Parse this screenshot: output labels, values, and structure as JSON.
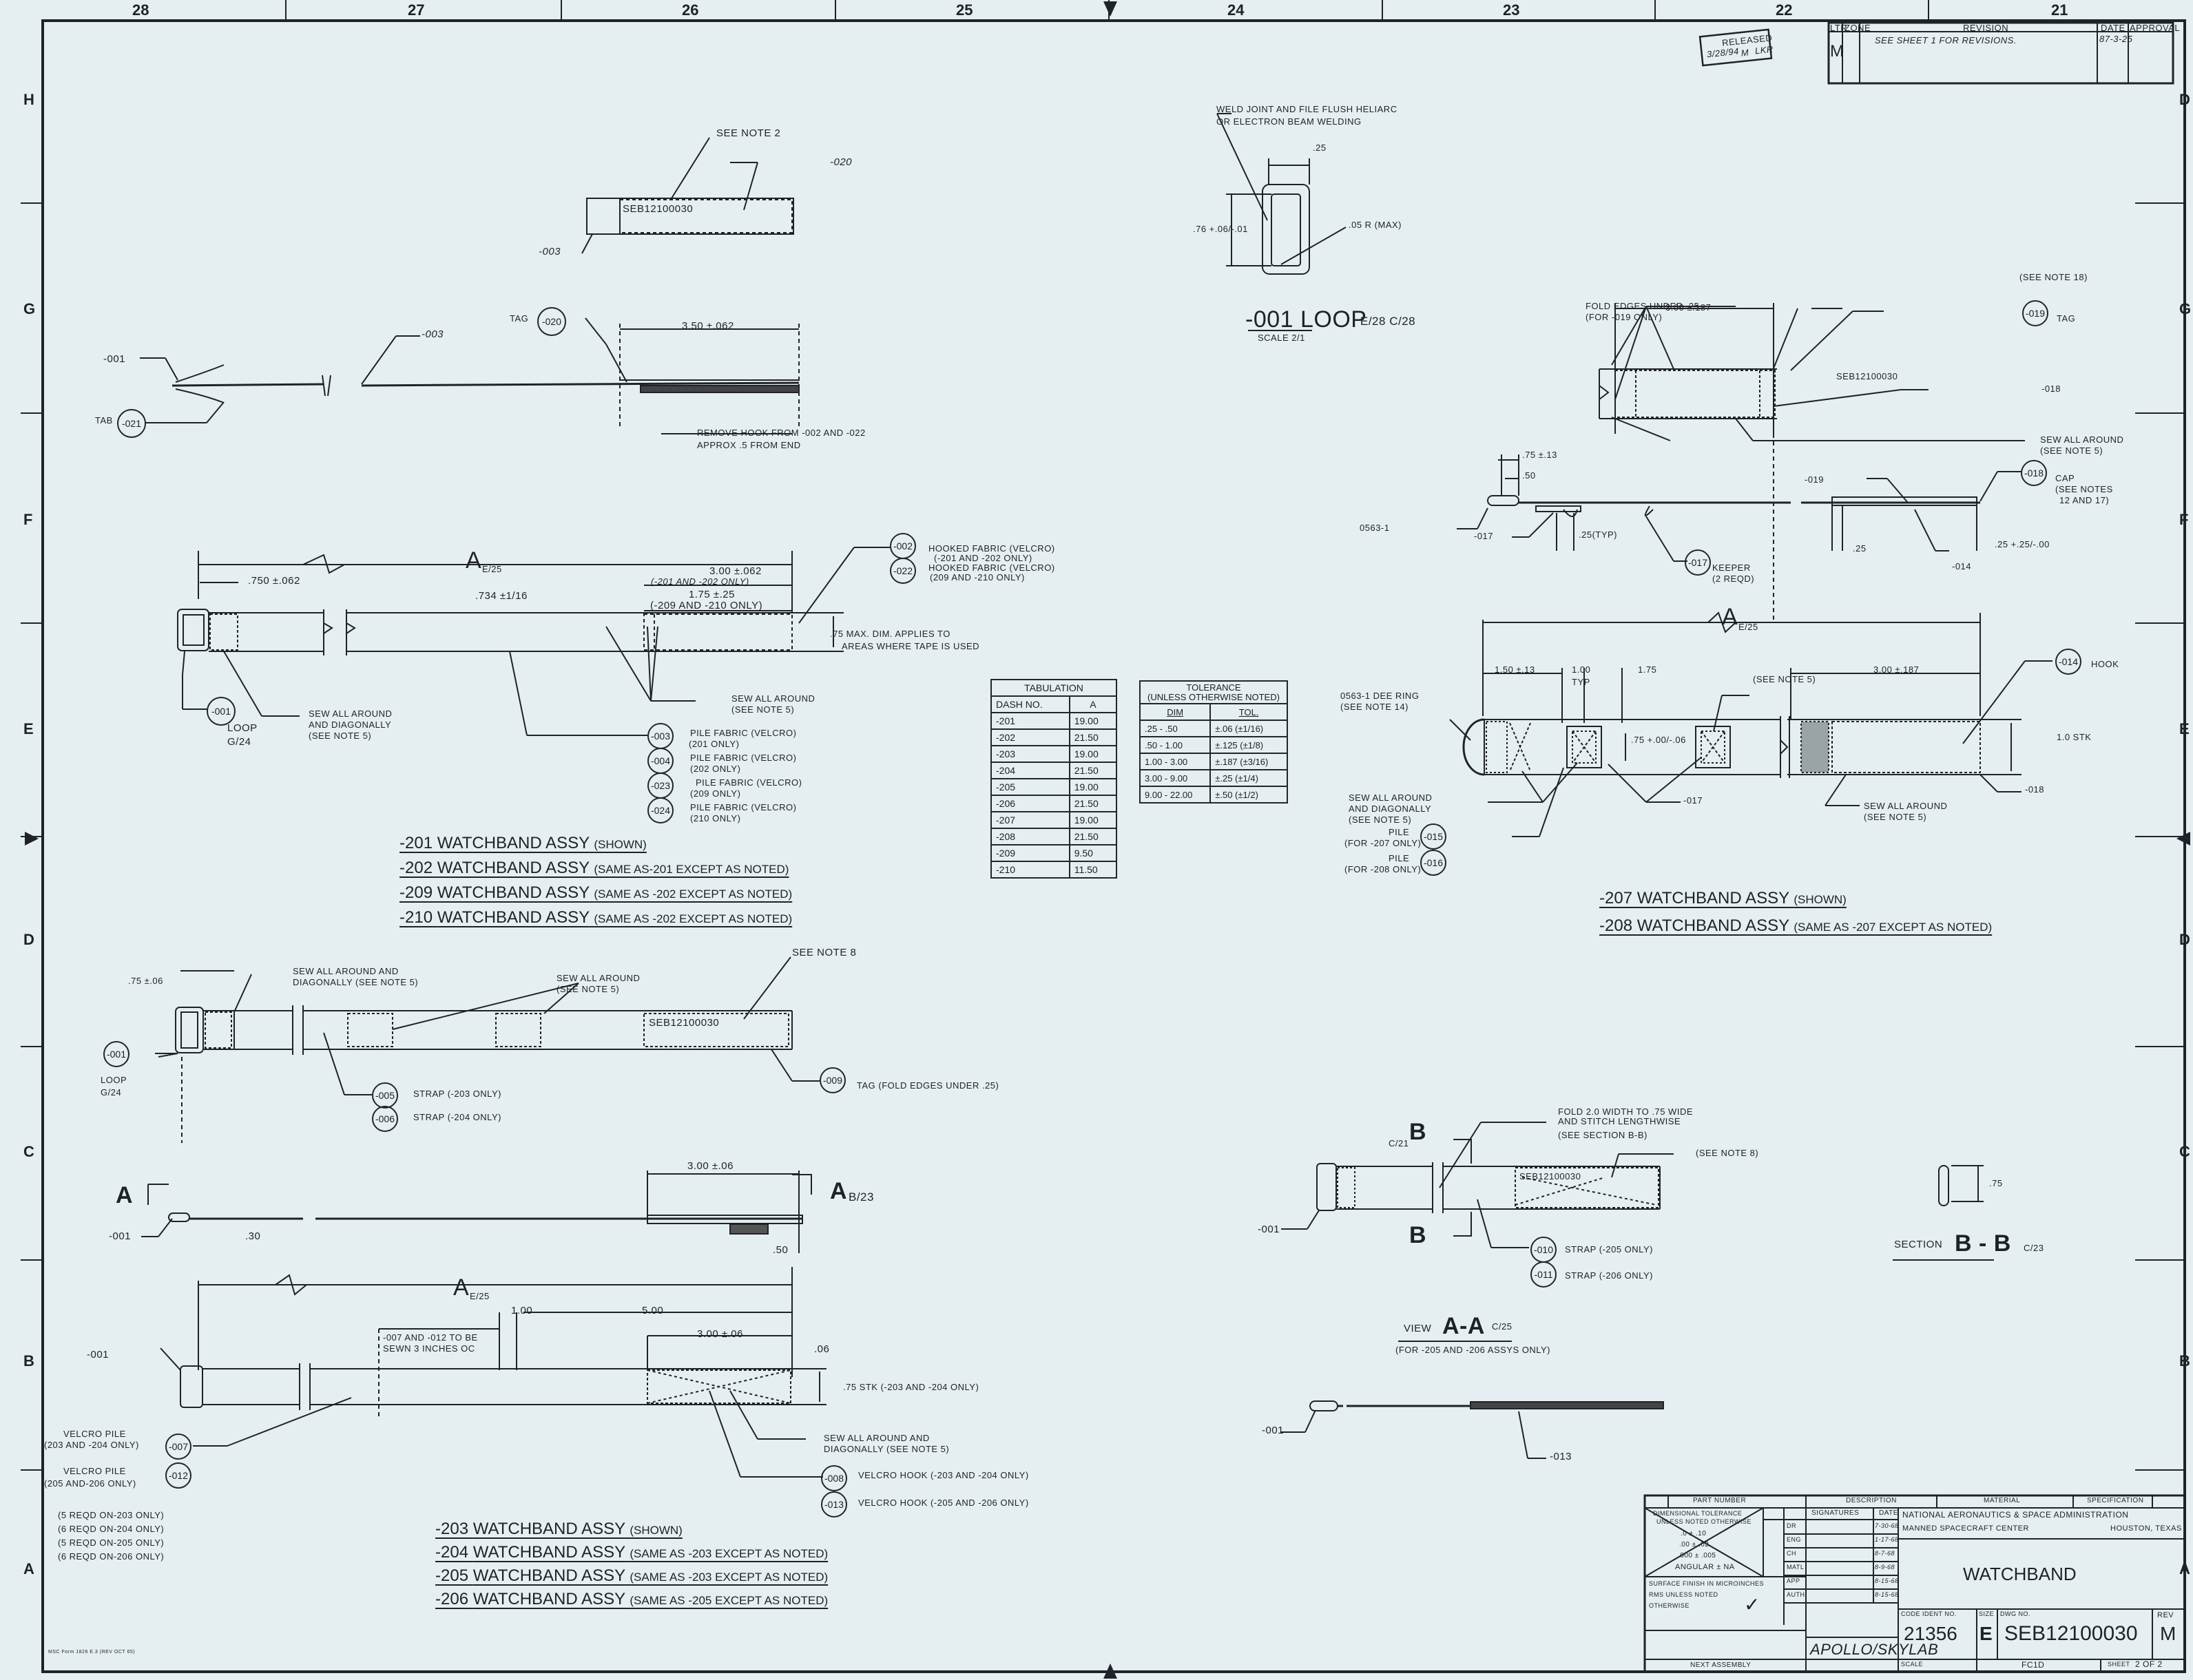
{
  "drawing": {
    "title": "WATCHBAND",
    "organization": "NATIONAL AERONAUTICS & SPACE ADMINISTRATION",
    "center": "MANNED SPACECRAFT CENTER",
    "location": "HOUSTON, TEXAS",
    "code_ident_label": "CODE IDENT NO.",
    "code_ident": "21356",
    "size_label": "SIZE",
    "size": "E",
    "dwg_no_label": "DWG NO.",
    "dwg_no": "SEB12100030",
    "rev_label": "REV",
    "rev": "M",
    "scale_label": "SCALE",
    "scale_value": "FC1D",
    "sheet_label": "SHEET",
    "sheet": "2 OF 2",
    "program": "APOLLO/SKYLAB",
    "next_assembly": "NEXT ASSEMBLY",
    "form_no": "MSC Form 1826 E.3 (REV OCT 65)"
  },
  "zones": {
    "top": [
      "28",
      "27",
      "26",
      "25",
      "24",
      "23",
      "22",
      "21"
    ],
    "left": [
      "H",
      "G",
      "F",
      "E",
      "D",
      "C",
      "B",
      "A"
    ],
    "right": [
      "D",
      "G",
      "F",
      "E",
      "D",
      "C",
      "B",
      "A"
    ]
  },
  "parts_list_header": {
    "part_number": "PART NUMBER",
    "description": "DESCRIPTION",
    "material": "MATERIAL",
    "specification": "SPECIFICATION"
  },
  "tolerance_block": {
    "title_1": "DIMENSIONAL TOLERANCE",
    "title_2": "UNLESS NOTED OTHERWISE",
    "rows": [
      ".0  ± .10",
      ".00  ± .02",
      ".000  ± .005",
      "ANGULAR ± NA"
    ],
    "finish_1": "SURFACE FINISH IN MICROINCHES",
    "finish_2": "RMS UNLESS NOTED",
    "finish_3": "OTHERWISE",
    "check": "✓"
  },
  "signatures": {
    "header": "SIGNATURES",
    "date_header": "DATE",
    "rows": [
      {
        "role": "DR",
        "date": "7-30-68"
      },
      {
        "role": "ENG",
        "date": "1-17-68"
      },
      {
        "role": "CH",
        "date": "8-7-68"
      },
      {
        "role": "MATL",
        "date": "8-9-68"
      },
      {
        "role": "APP",
        "date": "8-15-68"
      },
      {
        "role": "AUTH",
        "date": "8-15-68"
      }
    ]
  },
  "revision_block": {
    "headers": {
      "ltr": "LTR",
      "zone": "ZONE",
      "revision": "REVISION",
      "date": "DATE",
      "approval": "APPROVAL"
    },
    "row": {
      "ltr": "M",
      "zone": "",
      "revision": "SEE SHEET 1 FOR REVISIONS.",
      "date": "87-3-25",
      "approval": ""
    },
    "stamp": {
      "title": "RELEASED",
      "date": "3/28/94",
      "rev": "M",
      "by": "LKR"
    }
  },
  "tabulation": {
    "title": "TABULATION",
    "headers": [
      "DASH NO.",
      "A"
    ],
    "rows": [
      [
        "-201",
        "19.00"
      ],
      [
        "-202",
        "21.50"
      ],
      [
        "-203",
        "19.00"
      ],
      [
        "-204",
        "21.50"
      ],
      [
        "-205",
        "19.00"
      ],
      [
        "-206",
        "21.50"
      ],
      [
        "-207",
        "19.00"
      ],
      [
        "-208",
        "21.50"
      ],
      [
        "-209",
        "9.50"
      ],
      [
        "-210",
        "11.50"
      ]
    ]
  },
  "tolerance_table": {
    "title_1": "TOLERANCE",
    "title_2": "(UNLESS OTHERWISE NOTED)",
    "headers": [
      "DIM",
      "TOL."
    ],
    "rows": [
      [
        ".25 - .50",
        "±.06 (±1/16)"
      ],
      [
        ".50 - 1.00",
        "±.125 (±1/8)"
      ],
      [
        "1.00 - 3.00",
        "±.187 (±3/16)"
      ],
      [
        "3.00 - 9.00",
        "±.25 (±1/4)"
      ],
      [
        "9.00 - 22.00",
        "±.50 (±1/2)"
      ]
    ]
  },
  "view_tag_020": {
    "see_note": "SEE NOTE 2",
    "part_020": "-020",
    "part_003": "-003",
    "marking": "SEB12100030"
  },
  "view_side_201": {
    "part_001": "-001",
    "part_003": "-003",
    "tag_label": "TAG",
    "tag_bubble": "-020",
    "tab_label": "TAB",
    "tab_bubble": "-021",
    "dim": "3.50 ±.062",
    "remove_note_1": "REMOVE HOOK FROM -002 AND -022",
    "remove_note_2": "APPROX .5 FROM END"
  },
  "loop_detail": {
    "weld_note_1": "WELD JOINT AND FILE FLUSH HELIARC",
    "weld_note_2": "OR ELECTRON BEAM WELDING",
    "dim_width": ".25",
    "dim_height": ".76 +.06/-.01",
    "radius": ".05 R (MAX)",
    "title": "-001 LOOP",
    "refs": "E/28  C/28",
    "scale": "SCALE 2/1"
  },
  "view_201": {
    "dim_A": "A",
    "dim_A_ref": "E/25",
    "dim_750": ".750 ±.062",
    "dim_734": ".734 ±1/16",
    "dim_300": "3.00 ±.062",
    "dim_300_note": "(-201 AND -202 ONLY)",
    "dim_175": "1.75 ±.25",
    "dim_175_note": "(-209 AND -210 ONLY)",
    "max_dim_1": ".75  MAX. DIM. APPLIES TO",
    "max_dim_2": "AREAS WHERE TAPE IS USED",
    "sew_note_1": "SEW ALL AROUND",
    "sew_note_2": "AND DIAGONALLY",
    "sew_note_3": "(SEE NOTE 5)",
    "sew2_1": "SEW ALL AROUND",
    "sew2_2": "(SEE NOTE 5)",
    "loop_bubble": "-001",
    "loop_label": "LOOP",
    "loop_ref": "G/24",
    "callouts": [
      {
        "bubble": "-002",
        "line1": "HOOKED FABRIC (VELCRO)",
        "line2": "(-201 AND -202 ONLY)"
      },
      {
        "bubble": "-022",
        "line1": "HOOKED FABRIC (VELCRO)",
        "line2": "(209 AND -210 ONLY)"
      },
      {
        "bubble": "-003",
        "line1": "PILE FABRIC (VELCRO)",
        "line2": "(201 ONLY)"
      },
      {
        "bubble": "-004",
        "line1": "PILE FABRIC (VELCRO)",
        "line2": "(202 ONLY)"
      },
      {
        "bubble": "-023",
        "line1": "PILE FABRIC (VELCRO)",
        "line2": "(209 ONLY)"
      },
      {
        "bubble": "-024",
        "line1": "PILE FABRIC (VELCRO)",
        "line2": "(210 ONLY)"
      }
    ],
    "assy_list": [
      {
        "num": "-201",
        "name": "WATCHBAND ASSY",
        "note": "(SHOWN)"
      },
      {
        "num": "-202",
        "name": "WATCHBAND ASSY",
        "note": "(SAME AS-201 EXCEPT AS NOTED)"
      },
      {
        "num": "-209",
        "name": "WATCHBAND ASSY",
        "note": "(SAME AS -202 EXCEPT AS NOTED)"
      },
      {
        "num": "-210",
        "name": "WATCHBAND ASSY",
        "note": "(SAME AS -202 EXCEPT AS NOTED)"
      }
    ]
  },
  "view_203_top": {
    "dim_75": ".75 ±.06",
    "sew1_1": "SEW ALL AROUND AND",
    "sew1_2": "DIAGONALLY (SEE NOTE 5)",
    "sew2_1": "SEW ALL AROUND",
    "sew2_2": "(SEE NOTE 5)",
    "see_note_8": "SEE NOTE 8",
    "marking": "SEB12100030",
    "loop_bubble": "-001",
    "loop_label": "LOOP",
    "loop_ref": "G/24",
    "strap_005": {
      "bubble": "-005",
      "text": "STRAP (-203 ONLY)"
    },
    "strap_006": {
      "bubble": "-006",
      "text": "STRAP (-204 ONLY)"
    },
    "tag_009": {
      "bubble": "-009",
      "text": "TAG (FOLD EDGES UNDER .25)"
    }
  },
  "view_203_side": {
    "section_A": "A",
    "section_ref": "B/23",
    "dim_300": "3.00 ±.06",
    "dim_30": ".30",
    "dim_50": ".50",
    "part_001": "-001"
  },
  "view_203_bottom": {
    "dim_A": "A",
    "dim_A_ref": "E/25",
    "dim_100": "1.00",
    "dim_500": "5.00",
    "dim_300": "3.00 ±.06",
    "dim_06": ".06",
    "sewn_note_1": "-007 AND -012 TO BE",
    "sewn_note_2": "SEWN 3 INCHES OC",
    "stk": ".75 STK (-203 AND -204 ONLY)",
    "part_001": "-001",
    "sew_1": "SEW ALL AROUND AND",
    "sew_2": "DIAGONALLY (SEE NOTE 5)",
    "velcro_pile_007": {
      "label": "VELCRO PILE",
      "note": "(203 AND -204 ONLY)",
      "bubble": "-007"
    },
    "velcro_pile_012": {
      "label": "VELCRO PILE",
      "note": "(205 AND-206 ONLY)",
      "bubble": "-012"
    },
    "reqd": [
      "(5 REQD ON-203 ONLY)",
      "(6 REQD ON-204 ONLY)",
      "(5 REQD ON-205 ONLY)",
      "(6 REQD ON-206 ONLY)"
    ],
    "hook_008": {
      "bubble": "-008",
      "text": "VELCRO HOOK (-203 AND -204 ONLY)"
    },
    "hook_013": {
      "bubble": "-013",
      "text": "VELCRO HOOK (-205 AND -206 ONLY)"
    },
    "assy_list": [
      {
        "num": "-203",
        "name": "WATCHBAND ASSY",
        "note": "(SHOWN)"
      },
      {
        "num": "-204",
        "name": "WATCHBAND ASSY",
        "note": "(SAME AS -203 EXCEPT AS NOTED)"
      },
      {
        "num": "-205",
        "name": "WATCHBAND ASSY",
        "note": "(SAME AS -203 EXCEPT AS NOTED)"
      },
      {
        "num": "-206",
        "name": "WATCHBAND ASSY",
        "note": "(SAME AS -205 EXCEPT AS NOTED)"
      }
    ]
  },
  "view_207_tag": {
    "fold_1": "FOLD EDGES UNDER .25",
    "fold_2": "(FOR -019 ONLY)",
    "dim": "3.00 ±.187",
    "see_note_18": "(SEE NOTE 18)",
    "tag_bubble": "-019",
    "tag_label": "TAG",
    "part_018": "-018",
    "marking": "SEB12100030",
    "sew_1": "SEW ALL AROUND",
    "sew_2": "(SEE NOTE 5)"
  },
  "view_207_side": {
    "dim_75": ".75 ±.13",
    "dim_50": ".50",
    "part_0563": "0563-1",
    "part_017": "-017",
    "dim_25typ": ".25(TYP)",
    "keeper": {
      "bubble": "-017",
      "line1": "KEEPER",
      "line2": "(2 REQD)"
    },
    "part_019": "-019",
    "dim_25": ".25",
    "part_014": "-014",
    "dim_25tol": ".25 +.25/-.00",
    "cap": {
      "bubble": "-018",
      "line1": "CAP",
      "line2": "(SEE NOTES",
      "line3": "12 AND 17)"
    }
  },
  "view_207": {
    "dim_A": "A",
    "dim_A_ref": "E/25",
    "dim_150": "1.50 ±.13",
    "dim_100": "1.00",
    "dim_typ": "TYP",
    "dim_175": "1.75",
    "dim_300": "3.00 ±.187",
    "see_note_5": "(SEE NOTE 5)",
    "dee_ring_1": "0563-1 DEE RING",
    "dee_ring_2": "(SEE NOTE 14)",
    "dim_75": ".75 +.00/-.06",
    "stk": "1.0 STK",
    "hook": {
      "bubble": "-014",
      "label": "HOOK"
    },
    "part_017": "-017",
    "part_018": "-018",
    "sew_1": "SEW ALL AROUND",
    "sew_2": "AND DIAGONALLY",
    "sew_3": "(SEE NOTE 5)",
    "sew2_1": "SEW ALL AROUND",
    "sew2_2": "(SEE NOTE 5)",
    "pile_015": {
      "label": "PILE",
      "note": "(FOR -207 ONLY)",
      "bubble": "-015"
    },
    "pile_016": {
      "label": "PILE",
      "note": "(FOR -208 ONLY)",
      "bubble": "-016"
    },
    "assy_list": [
      {
        "num": "-207",
        "name": "WATCHBAND ASSY",
        "note": "(SHOWN)"
      },
      {
        "num": "-208",
        "name": "WATCHBAND ASSY",
        "note": "(SAME AS -207 EXCEPT AS NOTED)"
      }
    ]
  },
  "view_205": {
    "fold_1": "FOLD 2.0 WIDTH TO .75 WIDE",
    "fold_2": "AND STITCH LENGTHWISE",
    "fold_3": "(SEE SECTION B-B)",
    "see_note_8": "(SEE NOTE 8)",
    "section_B": "B",
    "section_ref": "C/21",
    "marking": "SEB12100030",
    "part_001": "-001",
    "strap_010": {
      "bubble": "-010",
      "text": "STRAP (-205 ONLY)"
    },
    "strap_011": {
      "bubble": "-011",
      "text": "STRAP (-206 ONLY)"
    }
  },
  "section_bb": {
    "label": "SECTION",
    "id": "B - B",
    "ref": "C/23",
    "dim": ".75"
  },
  "view_aa": {
    "label": "VIEW",
    "id": "A-A",
    "ref": "C/25",
    "note": "(FOR -205 AND -206 ASSYS ONLY)",
    "part_001": "-001",
    "part_013": "-013"
  }
}
